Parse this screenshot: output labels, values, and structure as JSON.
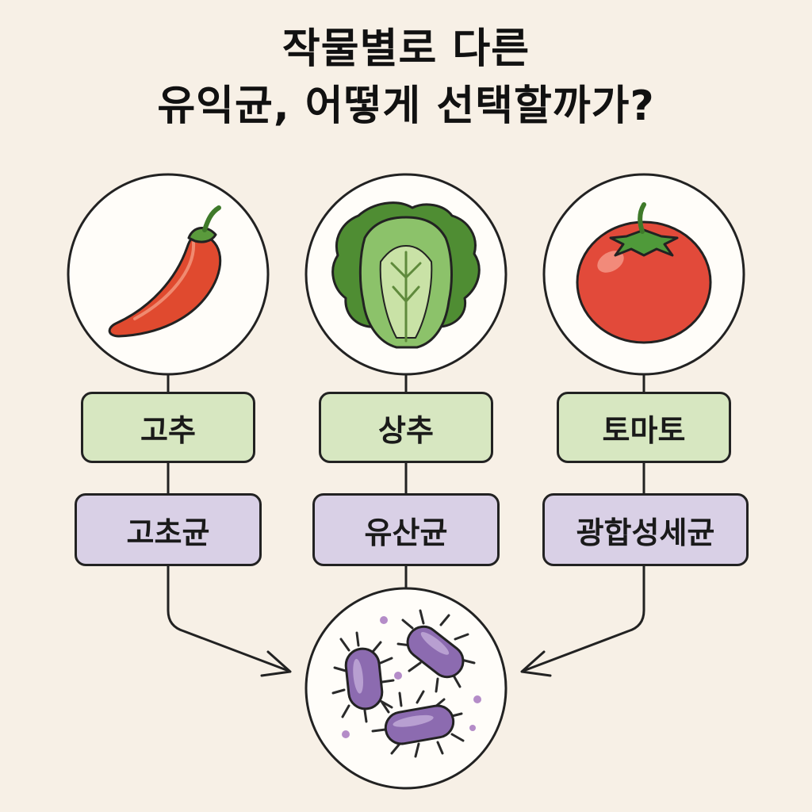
{
  "title": {
    "line1": "작물별로 다른",
    "line2": "유익균, 어떻게 선택할까가?"
  },
  "columns": [
    {
      "crop": "고추",
      "microbe": "고초균",
      "icon": "chili-pepper-icon"
    },
    {
      "crop": "상추",
      "microbe": "유산균",
      "icon": "lettuce-icon"
    },
    {
      "crop": "토마토",
      "microbe": "광합성세균",
      "icon": "tomato-icon"
    }
  ],
  "bottom_icon": "bacteria-icon",
  "colors": {
    "background": "#f7f0e6",
    "crop_box": "#d7e7c1",
    "microbe_box": "#d9d0e6",
    "chili": "#e04a2f",
    "lettuce": "#5a9a3c",
    "tomato": "#e24a3a",
    "bacteria": "#8c6bb0",
    "outline": "#222222"
  }
}
